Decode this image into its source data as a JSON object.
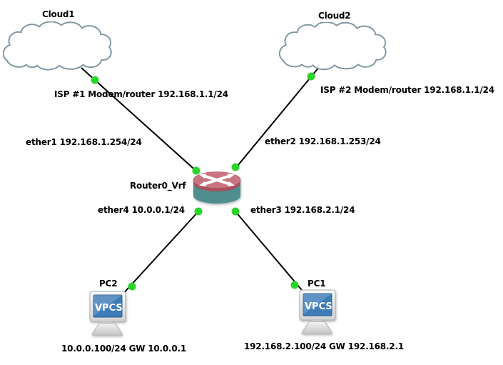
{
  "colors": {
    "background": "#ffffff",
    "text": "#000000",
    "link": "#000000",
    "status_dot": "#2ad42a",
    "cloud_stroke": "#7e97a3",
    "router_top": "#c97480",
    "router_rim": "#a9505e",
    "router_body": "#4e8e8e",
    "pc_screen": "#3d7cb8"
  },
  "nodes": {
    "cloud1": {
      "type": "cloud-icon",
      "label": "Cloud1"
    },
    "cloud2": {
      "type": "cloud-icon",
      "label": "Cloud2"
    },
    "router": {
      "type": "router-icon",
      "label": "Router0_Vrf"
    },
    "pc2": {
      "type": "vpcs-pc-icon",
      "label": "PC2",
      "screen_text": "VPCS",
      "config": "10.0.0.100/24 GW 10.0.0.1"
    },
    "pc1": {
      "type": "vpcs-pc-icon",
      "label": "PC1",
      "screen_text": "VPCS",
      "config": "192.168.2.100/24 GW 192.168.2.1"
    }
  },
  "links": {
    "cloud1_router": {
      "status": "up",
      "cloud_side_label": "ISP #1 Modem/router 192.168.1.1/24",
      "router_side_label": "ether1 192.168.1.254/24"
    },
    "cloud2_router": {
      "status": "up",
      "cloud_side_label": "ISP #2 Modem/router 192.168.1.1/24",
      "router_side_label": "ether2 192.168.1.253/24"
    },
    "router_pc2": {
      "status": "up",
      "router_side_label": "ether4 10.0.0.1/24"
    },
    "router_pc1": {
      "status": "up",
      "router_side_label": "ether3 192.168.2.1/24"
    }
  }
}
